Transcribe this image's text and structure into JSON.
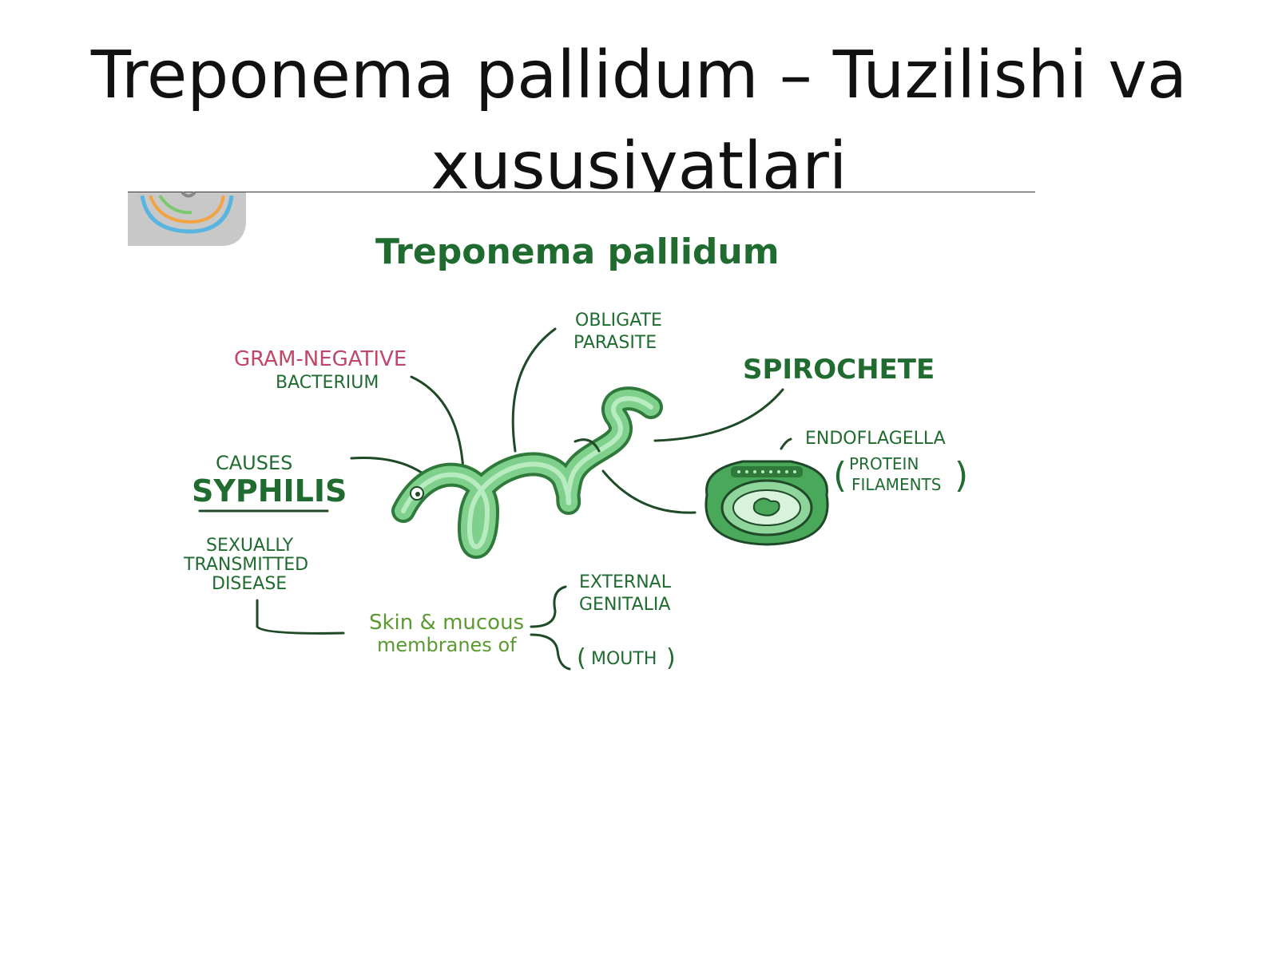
{
  "slide": {
    "title_line1": "Treponema pallidum – Tuzilishi va",
    "title_line2": "xususiyatlari"
  },
  "diagram": {
    "heading": "Treponema pallidum",
    "labels": {
      "gram_negative": "GRAM-NEGATIVE",
      "bacterium": "BACTERIUM",
      "obligate": "OBLIGATE",
      "parasite": "PARASITE",
      "spirochete": "SPIROCHETE",
      "endoflagella": "ENDOFLAGELLA",
      "protein": "PROTEIN",
      "filaments": "FILAMENTS",
      "causes": "CAUSES",
      "syphilis": "SYPHILIS",
      "sexually": "SEXUALLY",
      "transmitted": "TRANSMITTED",
      "disease": "DISEASE",
      "skin_mucous": "Skin & mucous",
      "membranes_of": "membranes of",
      "external": "EXTERNAL",
      "genitalia": "GENITALIA",
      "mouth": "MOUTH"
    },
    "colors": {
      "dark_green": "#1f6b30",
      "mid_green": "#3a9a4c",
      "light_green": "#8fd49a",
      "pink": "#c0466a",
      "olive_green": "#5a9a30"
    }
  }
}
